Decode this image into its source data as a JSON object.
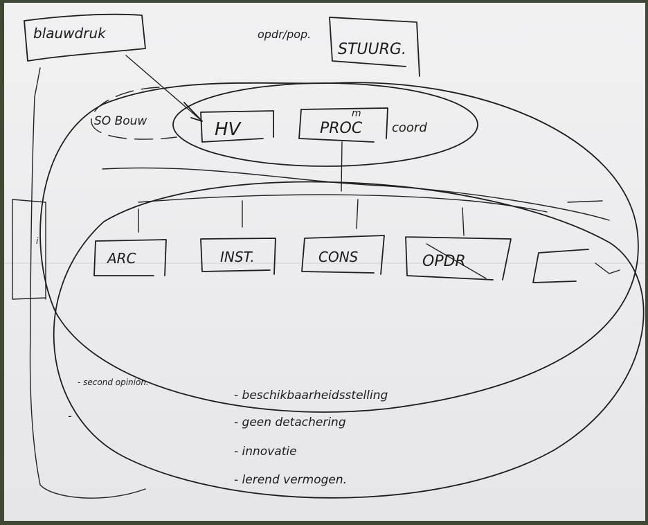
{
  "diagram": {
    "top_left_box": "blauwdruk",
    "top_label": "opdr/pop.",
    "steering_box": "STUURG.",
    "left_note": "SO Bouw",
    "hv_box": "HV",
    "proc_box": "PROC",
    "proc_mark": "m",
    "coord_label": "coord",
    "child_boxes": [
      "ARC",
      "INST.",
      "CONS",
      "OPDR",
      ""
    ],
    "second_opinion": "- second opinion.",
    "bullets": [
      "- beschikbaarheidsstelling",
      "- geen detachering",
      "- innovatie",
      "- lerend vermogen."
    ]
  }
}
